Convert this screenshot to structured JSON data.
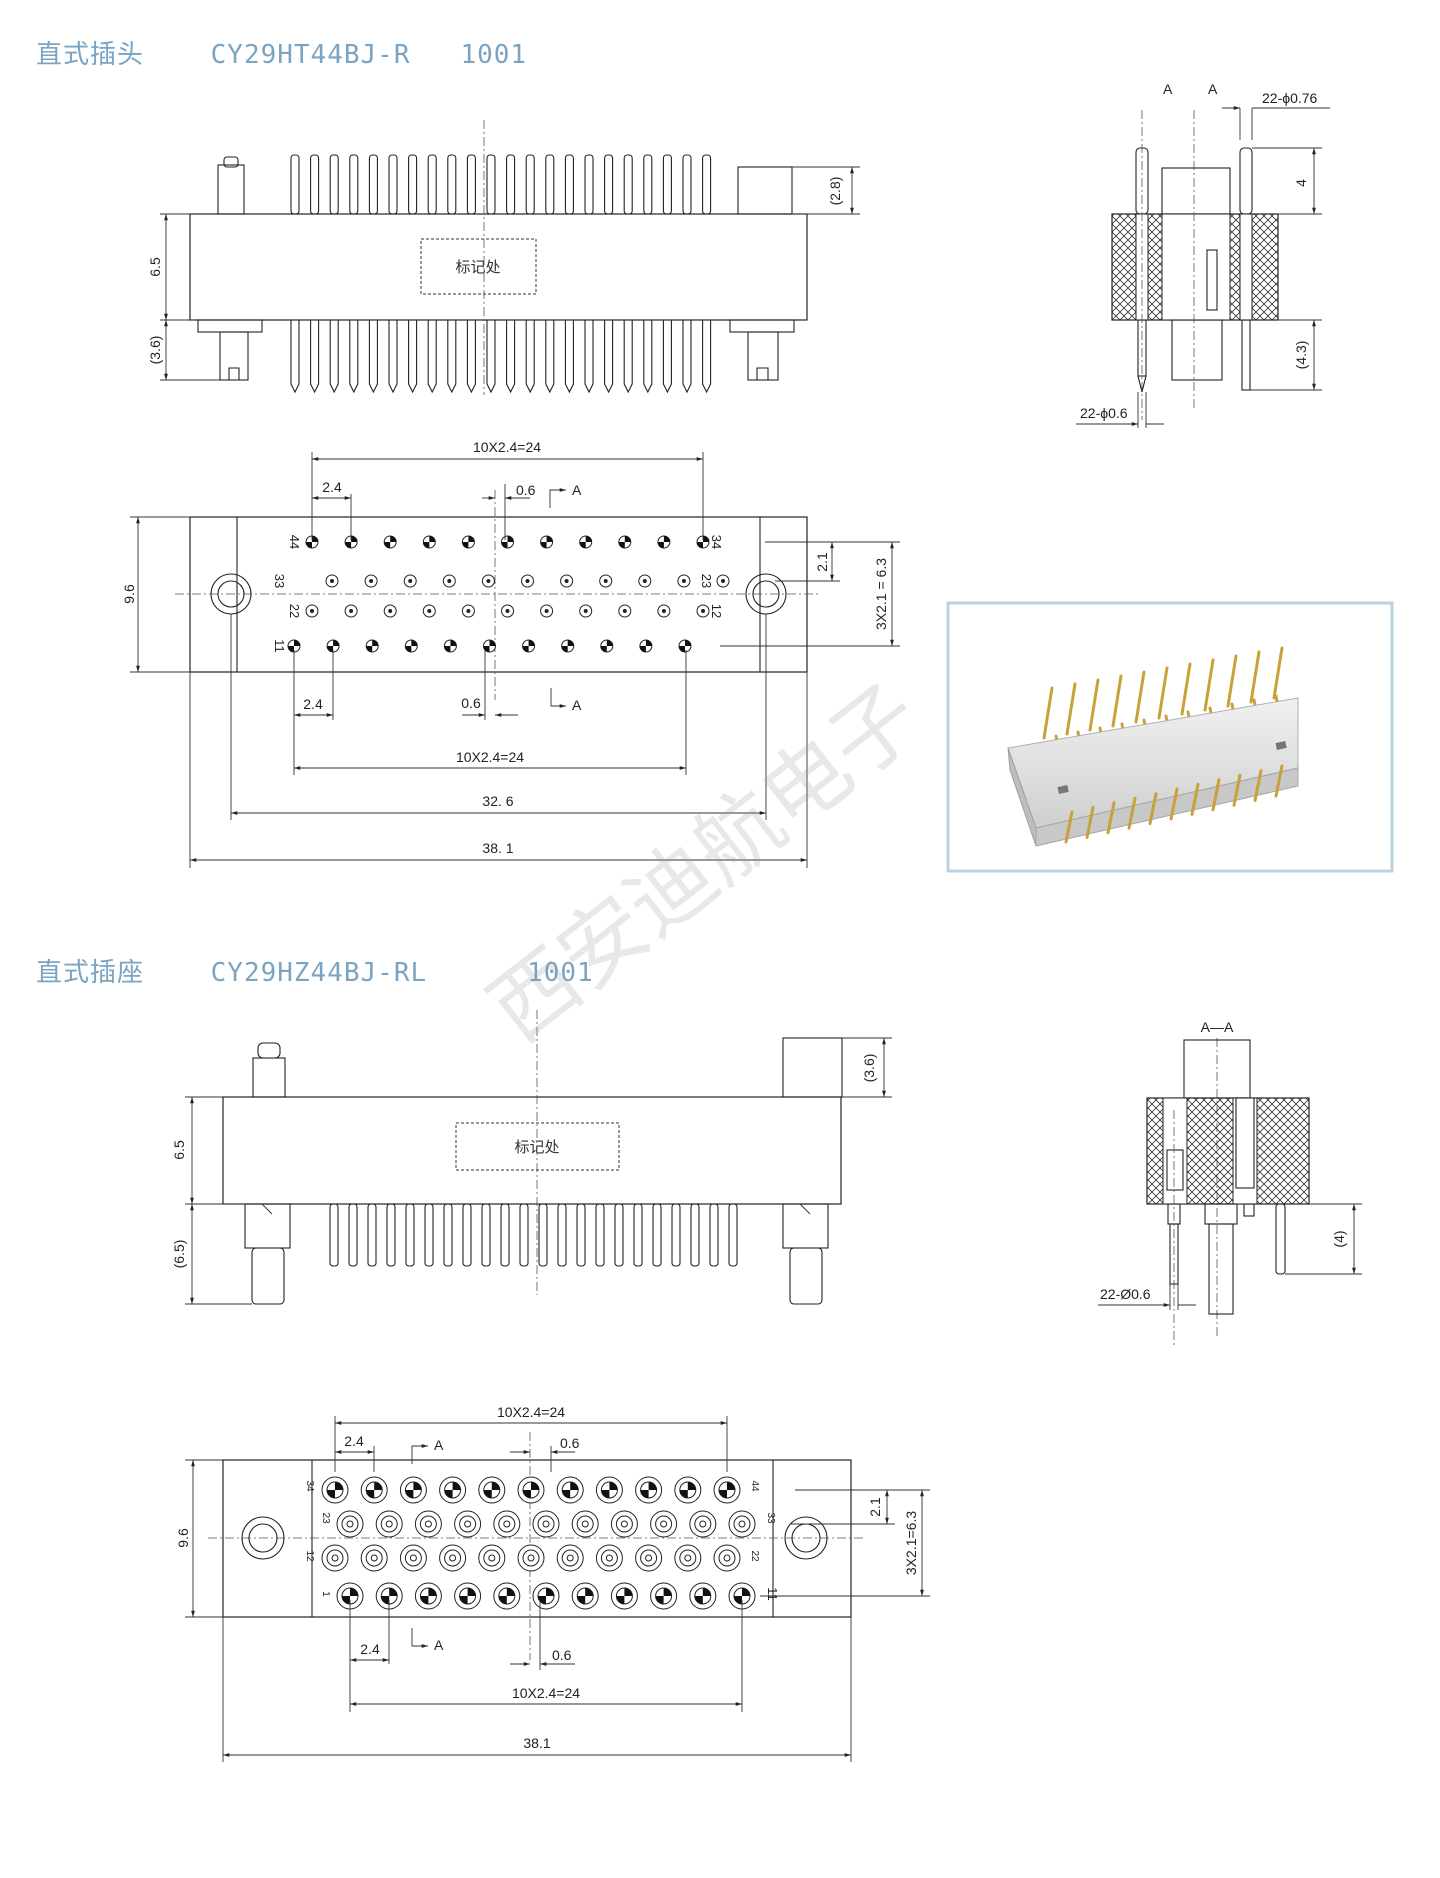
{
  "plug": {
    "title_type": "直式插头",
    "title_model": "CY29HT44BJ-R",
    "title_code": "1001",
    "marking_area": "标记处",
    "dims": {
      "height_body": "6.5",
      "top_pin": "(2.8)",
      "bottom_pin": "(3.6)",
      "span_top": "10X2.4=24",
      "pitch_top": "2.4",
      "offset_top": "0.6",
      "width_total": "9.6",
      "row_pitch_first": "2.1",
      "row_pitch_total": "3X2.1 = 6.3",
      "pitch_bottom": "2.4",
      "offset_bottom": "0.6",
      "span_bottom": "10X2.4=24",
      "hole_span": "32. 6",
      "length_total": "38. 1"
    },
    "pin_labels": {
      "r1_left": "44",
      "r1_right": "34",
      "r2_left": "33",
      "r2_right": "23",
      "r3_left": "22",
      "r3_right": "12",
      "r4_left": "11"
    },
    "section": {
      "label_a1": "A",
      "label_a2": "A",
      "pin_top_dia": "22-ϕ0.76",
      "pin_top_len": "4",
      "pin_bottom_len": "(4.3)",
      "pin_bottom_dia": "22-ϕ0.6"
    },
    "section_arrow_label": "A"
  },
  "socket": {
    "title_type": "直式插座",
    "title_model": "CY29HZ44BJ-RL",
    "title_code": "1001",
    "marking_area": "标记处",
    "dims": {
      "height_body": "6.5",
      "top_post": "(3.6)",
      "bottom_pin": "(6.5)",
      "span_top": "10X2.4=24",
      "pitch_top": "2.4",
      "offset_top": "0.6",
      "width_total": "9.6",
      "row_pitch_first": "2.1",
      "row_pitch_total": "3X2.1=6.3",
      "pitch_bottom": "2.4",
      "offset_bottom": "0.6",
      "span_bottom": "10X2.4=24",
      "length_total": "38.1"
    },
    "pin_labels": {
      "r1_left": "34",
      "r1_right": "44",
      "r2_left": "23",
      "r2_right": "33",
      "r3_left": "12",
      "r3_right": "22",
      "r4_left": "1",
      "r4_right": "11"
    },
    "section": {
      "label": "A—A",
      "pin_len": "(4)",
      "pin_dia": "22-Ø0.6"
    },
    "section_arrow_label": "A"
  },
  "watermark": "西安迪航电子",
  "colors": {
    "title": "#7aa4c2",
    "photo_border": "#b9d3e3",
    "pin_gold": "#c9a13a",
    "insulator": "#e4e4e4"
  }
}
